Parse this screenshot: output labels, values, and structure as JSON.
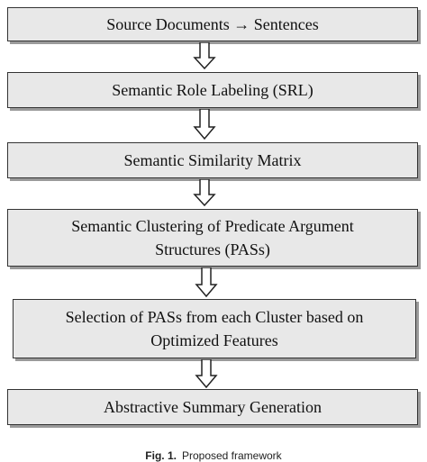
{
  "steps": [
    {
      "lines": [
        "Source Documents → Sentences"
      ]
    },
    {
      "lines": [
        "Semantic Role Labeling (SRL)"
      ]
    },
    {
      "lines": [
        "Semantic Similarity Matrix"
      ]
    },
    {
      "lines": [
        "Semantic Clustering of Predicate Argument",
        "Structures (PASs)"
      ]
    },
    {
      "lines": [
        "Selection of PASs from each Cluster based on",
        "Optimized Features"
      ]
    },
    {
      "lines": [
        "Abstractive Summary Generation"
      ]
    }
  ],
  "caption": {
    "number": "Fig. 1.",
    "text": "Proposed framework"
  },
  "colors": {
    "box_fill": "#e8e8e8",
    "box_border": "#333333",
    "box_shadow": "#9a9a9a"
  }
}
